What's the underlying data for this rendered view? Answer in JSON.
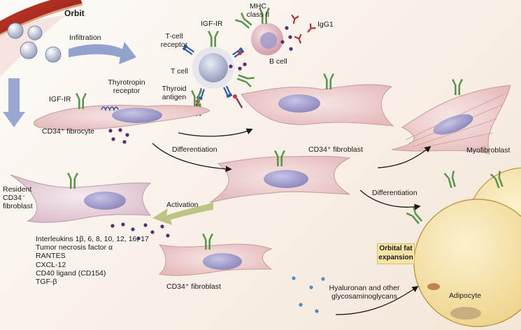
{
  "labels": {
    "orbit": "Orbit",
    "infiltration": "Infiltration",
    "igf_ir_top": "IGF-IR",
    "mhc_line1": "MHC",
    "mhc_line2": "class II",
    "igg1": "IgG1",
    "tcell_receptor_line1": "T-cell",
    "tcell_receptor_line2": "receptor",
    "t_cell": "T cell",
    "b_cell": "B cell",
    "thyroid_antigen_line1": "Thyroid",
    "thyroid_antigen_line2": "antigen",
    "igf_ir_left": "IGF-IR",
    "thyrotropin_line1": "Thyrotropin",
    "thyrotropin_line2": "receptor",
    "cd34_fibrocyte": "CD34⁺ fibrocyte",
    "differentiation_1": "Differentiation",
    "cd34_fibroblast_mid": "CD34⁺ fibroblast",
    "myofibroblast": "Myofibroblast",
    "resident_line1": "Resident",
    "resident_line2": "CD34⁻",
    "resident_line3": "fibroblast",
    "activation": "Activation",
    "differentiation_2": "Differentiation",
    "orbital_fat_line1": "Orbital fat",
    "orbital_fat_line2": "expansion",
    "cd34_fibroblast_bottom": "CD34⁺  fibroblast",
    "hyaluronan_line1": "Hyaluronan and other",
    "hyaluronan_line2": "glycosaminoglycans",
    "adipocyte": "Adipocyte"
  },
  "cytokines": [
    "Interleukins 1β, 6, 8, 10, 12, 16, 17",
    "Tumor necrosis factor α",
    "RANTES",
    "CXCL-12",
    "CD40 ligand (CD154)",
    "TGF-β"
  ],
  "colors": {
    "cell_membrane": "#e7c3c3",
    "nucleus": "#9895c4",
    "igf_ir_receptor": "#5d9450",
    "cytokine_dot": "#5a2a72",
    "hyaluronan_dot": "#4a8fcf",
    "arrow_blue": "#7e93c4",
    "arrow_green": "#b6c07a",
    "adipocyte_fill": "#f7e7b0",
    "igg1": "#b0343a"
  }
}
